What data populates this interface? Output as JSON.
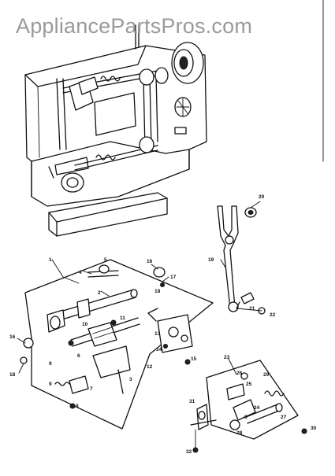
{
  "watermark": "AppliancePartsPros.com",
  "callouts": [
    {
      "id": "c1",
      "text": "1"
    },
    {
      "id": "c2",
      "text": "2"
    },
    {
      "id": "c3",
      "text": "3"
    },
    {
      "id": "c4",
      "text": "4"
    },
    {
      "id": "c5",
      "text": "5"
    },
    {
      "id": "c6",
      "text": "6"
    },
    {
      "id": "c7",
      "text": "7"
    },
    {
      "id": "c8",
      "text": "8"
    },
    {
      "id": "c9",
      "text": "9"
    },
    {
      "id": "c10",
      "text": "10"
    },
    {
      "id": "c11",
      "text": "11"
    },
    {
      "id": "c12",
      "text": "12"
    },
    {
      "id": "c13",
      "text": "13"
    },
    {
      "id": "c14",
      "text": "14"
    },
    {
      "id": "c15",
      "text": "15"
    },
    {
      "id": "c16",
      "text": "16"
    },
    {
      "id": "c17",
      "text": "17"
    },
    {
      "id": "c18",
      "text": "18"
    },
    {
      "id": "c19",
      "text": "19"
    },
    {
      "id": "c20",
      "text": "20"
    },
    {
      "id": "c21",
      "text": "21"
    },
    {
      "id": "c22",
      "text": "22"
    },
    {
      "id": "c23",
      "text": "23"
    },
    {
      "id": "c24",
      "text": "24"
    },
    {
      "id": "c25",
      "text": "25"
    },
    {
      "id": "c26",
      "text": "26"
    },
    {
      "id": "c27",
      "text": "27"
    },
    {
      "id": "c28",
      "text": "28"
    },
    {
      "id": "c29",
      "text": "29"
    },
    {
      "id": "c30",
      "text": "30"
    },
    {
      "id": "c31",
      "text": "31"
    },
    {
      "id": "c32",
      "text": "32"
    },
    {
      "id": "c33",
      "text": "9"
    },
    {
      "id": "c34",
      "text": "8"
    },
    {
      "id": "c35",
      "text": "16"
    },
    {
      "id": "c36",
      "text": "18"
    }
  ]
}
